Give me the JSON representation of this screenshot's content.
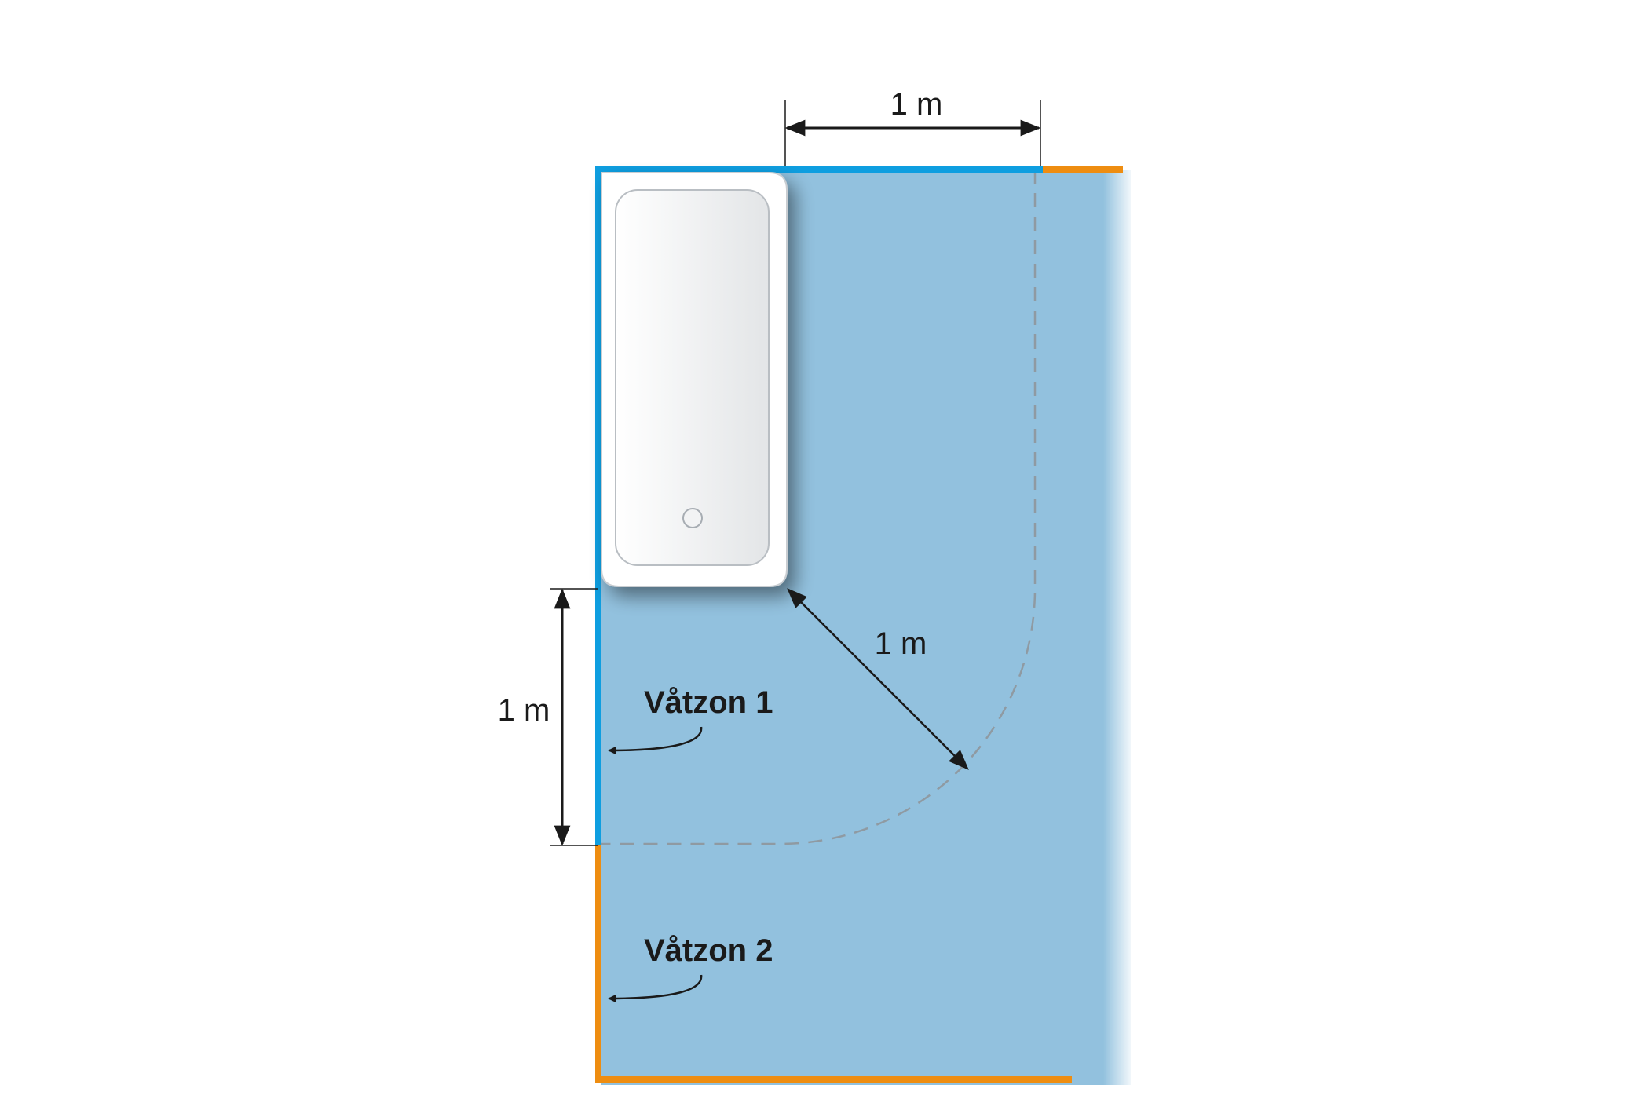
{
  "labels": {
    "dim_top": "1 m",
    "dim_diagonal": "1 m",
    "dim_left": "1 m",
    "zone1": "Våtzon 1",
    "zone2": "Våtzon 2"
  },
  "colors": {
    "floor": "#92c1de",
    "zone1_wall": "#0e9ee0",
    "zone2_wall": "#ee8d11",
    "dashed_boundary": "#8f9aa2",
    "dimension": "#1a1a1a",
    "bathtub": "#ffffff"
  },
  "icons": {
    "bathtub": "bathtub-icon",
    "drain": "drain-icon"
  }
}
